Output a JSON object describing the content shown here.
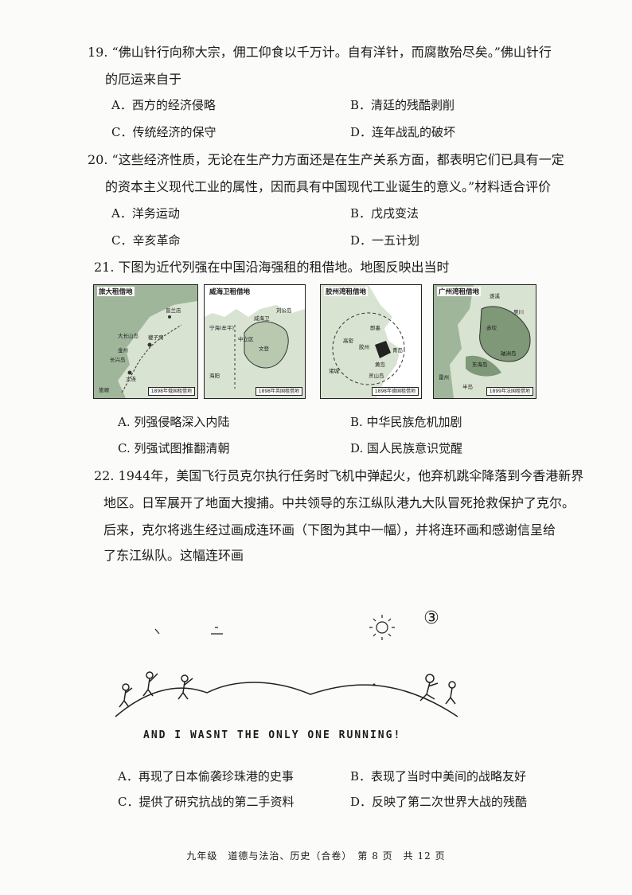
{
  "q19": {
    "line1": "19. “佛山针行向称大宗，佣工仰食以千万计。自有洋针，而腐散殆尽矣。”佛山针行",
    "line2": "的厄运来自于",
    "options": [
      "A．西方的经济侵略",
      "B．清廷的残酷剥削",
      "C．传统经济的保守",
      "D．连年战乱的破坏"
    ]
  },
  "q20": {
    "line1": "20. “这些经济性质，无论在生产力方面还是在生产关系方面，都表明它们已具有一定",
    "line2": "的资本主义现代工业的属性，因而具有中国现代工业诞生的意义。”材料适合评价",
    "options": [
      "A．洋务运动",
      "B．戊戌变法",
      "C．辛亥革命",
      "D．一五计划"
    ]
  },
  "q21": {
    "line1": "21. 下图为近代列强在中国沿海强租的租借地。地图反映出当时",
    "maps": [
      {
        "title": "旅大租借地",
        "legend": "1898年俄国租借地",
        "labels": [
          "旅顺",
          "大连",
          "金州",
          "貔子窝",
          "普兰店",
          "长兴岛",
          "大长山岛"
        ]
      },
      {
        "title": "威海卫租借地",
        "legend": "1898年英国租借地",
        "labels": [
          "威海卫",
          "刘公岛",
          "宁海(牟平)",
          "文登",
          "海阳",
          "中立区"
        ]
      },
      {
        "title": "胶州湾租借地",
        "legend": "1898年德国租借地",
        "labels": [
          "即墨",
          "胶州",
          "青岛",
          "高密",
          "诸城",
          "灵山岛",
          "黄岛"
        ]
      },
      {
        "title": "广州湾租借地",
        "legend": "1899年法国租借地",
        "labels": [
          "遂溪",
          "吴川",
          "赤坎",
          "雷州",
          "半岛",
          "硇洲岛",
          "东海岛"
        ]
      }
    ],
    "options": [
      "A. 列强侵略深入内陆",
      "B. 中华民族危机加剧",
      "C. 列强试图推翻清朝",
      "D. 国人民族意识觉醒"
    ]
  },
  "q22": {
    "lines": [
      "22. 1944年，美国飞行员克尔执行任务时飞机中弹起火，他弃机跳伞降落到今香港新界",
      "地区。日军展开了地面大搜捕。中共领导的东江纵队港九大队冒死抢救保护了克尔。",
      "后来，克尔将逃生经过画成连环画（下图为其中一幅），并将连环画和感谢信呈给",
      "了东江纵队。这幅连环画"
    ],
    "comic_number": "③",
    "comic_caption": "AND I WASNT THE ONLY ONE RUNNING!",
    "options": [
      "A．再现了日本偷袭珍珠港的史事",
      "B．表现了当时中美间的战略友好",
      "C．提供了研究抗战的第二手资料",
      "D．反映了第二次世界大战的残酷"
    ]
  },
  "footer": "九年级　道德与法治、历史（合卷）　第 8 页　共 12 页"
}
